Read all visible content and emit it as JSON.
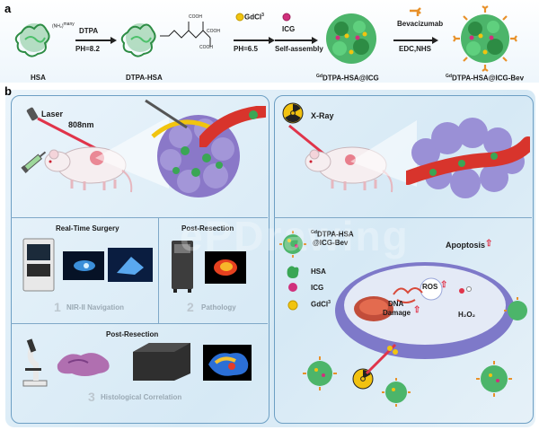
{
  "panel_a": {
    "label": "a",
    "step1_top": "DTPA",
    "step1_bottom": "PH=8.2",
    "step2_top": "GdCl",
    "step2_top_sub": "3",
    "step2_bottom": "PH=6.5",
    "step3_top": "ICG",
    "step3_bottom": "Self-assembly",
    "step4_top": "Bevacizumab",
    "step4_bottom": "EDC,NHS",
    "hsa": "HSA",
    "dtpa_hsa": "DTPA-HSA",
    "gd_icg_sup": "Gd",
    "gd_icg": "DTPA-HSA@ICG",
    "gd_icg_bev_sup": "Gd",
    "gd_icg_bev": "DTPA-HSA@ICG-Bev",
    "nh2_label": "(NH₂)",
    "nh2_sub": "many",
    "cooh1": "COOH",
    "cooh2": "COOH",
    "cooh3": "COOH"
  },
  "panel_b": {
    "label": "b",
    "laser": "Laser",
    "wavelength": "808nm",
    "xray": "X-Ray",
    "rts_title": "Real-Time Surgery",
    "post_resection_1": "Post-Resection",
    "post_resection_2": "Post-Resection",
    "num1": "1",
    "nav": "NIR-II Navigation",
    "num2": "2",
    "pathology": "Pathology",
    "num3": "3",
    "histo": "Histological Correlation",
    "legend_gd_sup": "Gd",
    "legend_gd1": "DTPA-HSA",
    "legend_gd2": "@ICG-Bev",
    "legend_hsa": "HSA",
    "legend_icg": "ICG",
    "legend_gdcl": "GdCl",
    "legend_gdcl_sub": "3",
    "apoptosis": "Apoptosis",
    "ros": "ROS",
    "dna1": "DNA",
    "dna2": "Damage",
    "h2o2": "H₂O₂"
  },
  "watermark": "ePDrawing",
  "colors": {
    "background_top": "#eaf4fb",
    "panel_border": "#6d9fc4",
    "protein_green": "#3aa655",
    "tumor_purple": "#8a78c8",
    "vessel_red": "#d8342c",
    "laser_pink": "#e0344a",
    "gd_yellow": "#f1c40f",
    "icg_magenta": "#d0307c",
    "cell_purple": "#7e79c9",
    "bev_orange": "#e8912a"
  }
}
